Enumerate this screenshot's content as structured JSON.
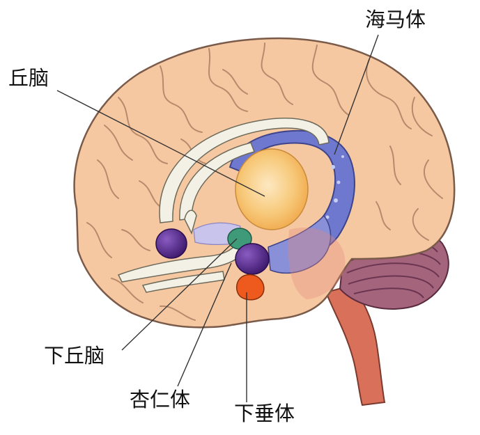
{
  "labels": {
    "hippocampus": "海马体",
    "thalamus": "丘脑",
    "hypothalamus": "下丘脑",
    "amygdala": "杏仁体",
    "pituitary": "下垂体"
  },
  "colors": {
    "cortex": "#f6c8a2",
    "cortex_outline": "#7a5a48",
    "gyri_lines": "#b88a6c",
    "thalamus": "#f7b95e",
    "limbic_band": "#6f78cf",
    "limbic_band_light": "#a9b1e6",
    "fornix": "#f3f1e6",
    "amygdala": "#5b2a8a",
    "hypothalamus": "#3f9a7a",
    "hypothalamus_body": "#4a237a",
    "pituitary": "#ee5a1e",
    "cerebellum": "#a4647c",
    "brainstem": "#d9705a",
    "leader_line": "#333333"
  }
}
